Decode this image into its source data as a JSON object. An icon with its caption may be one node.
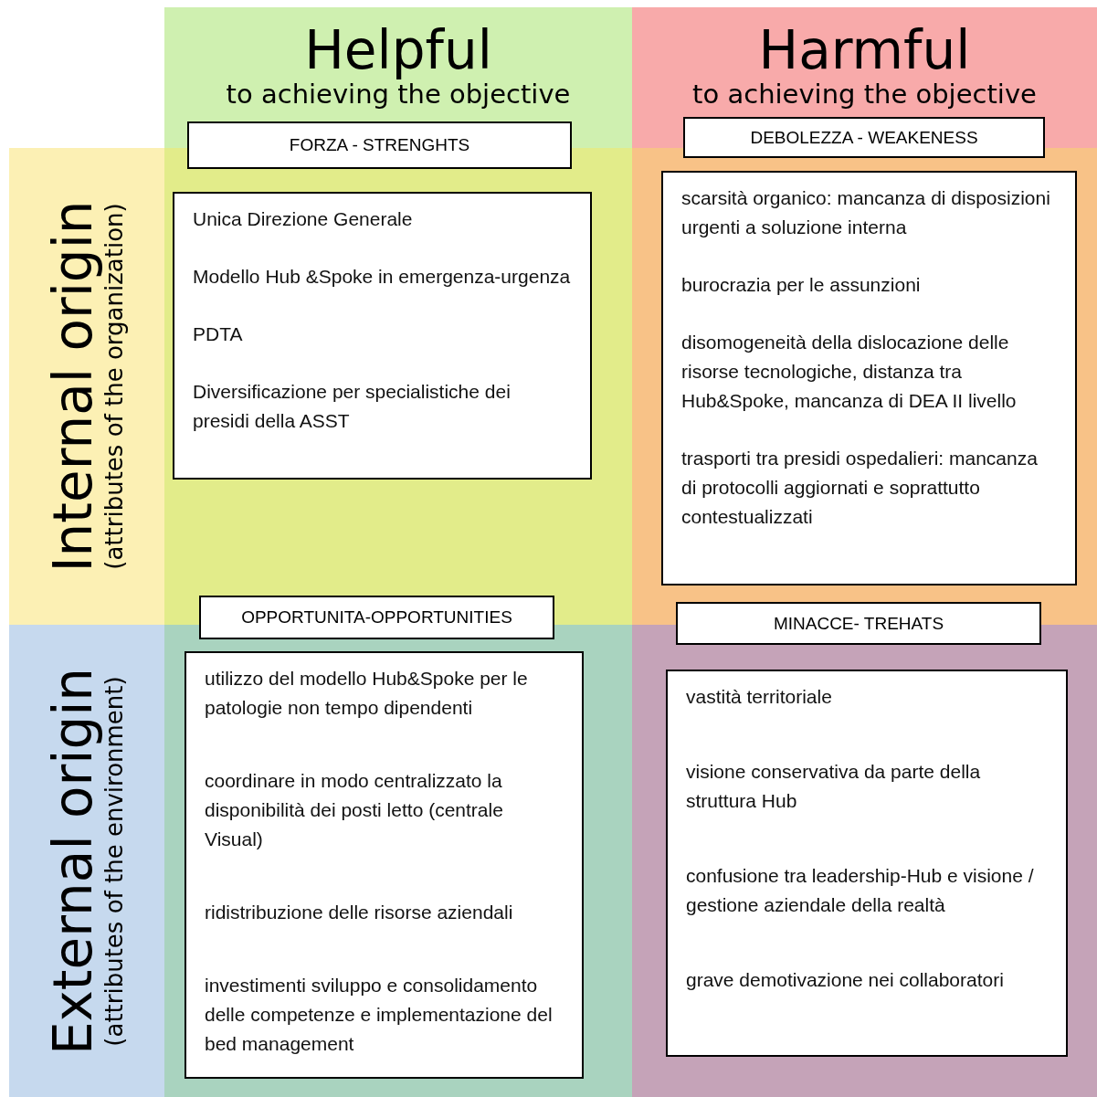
{
  "diagram": {
    "nodes": [
      {
        "text": [
          "Helpful",
          "to achieving the objective"
        ]
      },
      {
        "text": [
          "Harmful",
          "to achieving the objective"
        ]
      },
      {
        "text": [
          "Internal origin",
          "(attributes of the organization)"
        ]
      },
      {
        "text": [
          "External origin",
          "(attributes of the environment)"
        ]
      },
      {
        "text": [
          "FORZA - STRENGHTS"
        ]
      },
      {
        "text": [
          "Unica Direzione Generale",
          "Modello Hub &Spoke in emergenza-urgenza",
          "PDTA",
          "Diversificazione per specialistiche dei presidi della ASST"
        ]
      },
      {
        "text": [
          "DEBOLEZZA - WEAKENESS"
        ]
      },
      {
        "text": [
          "scarsità organico: mancanza di disposizioni urgenti a soluzione interna",
          "burocrazia per le assunzioni",
          "disomogeneità della dislocazione delle risorse tecnologiche, distanza tra Hub&Spoke, mancanza di DEA II livello",
          "trasporti tra presidi ospedalieri: mancanza di protocolli aggiornati e soprattutto contestualizzati"
        ]
      },
      {
        "text": [
          "OPPORTUNITA-OPPORTUNITIES"
        ]
      },
      {
        "text": [
          "utilizzo del modello Hub&Spoke per le patologie non tempo dipendenti",
          "coordinare in modo centralizzato la disponibilità dei posti letto (centrale Visual)",
          "ridistribuzione delle risorse aziendali",
          "investimenti sviluppo e consolidamento delle competenze e implementazione del bed management"
        ]
      },
      {
        "text": [
          "MINACCE- TREHATS"
        ]
      },
      {
        "text": [
          "vastità territoriale",
          "visione conservativa da parte della struttura Hub",
          "confusione tra leadership-Hub e visione / gestione aziendale della realtà",
          "grave demotivazione nei collaboratori"
        ]
      }
    ],
    "edges": []
  }
}
